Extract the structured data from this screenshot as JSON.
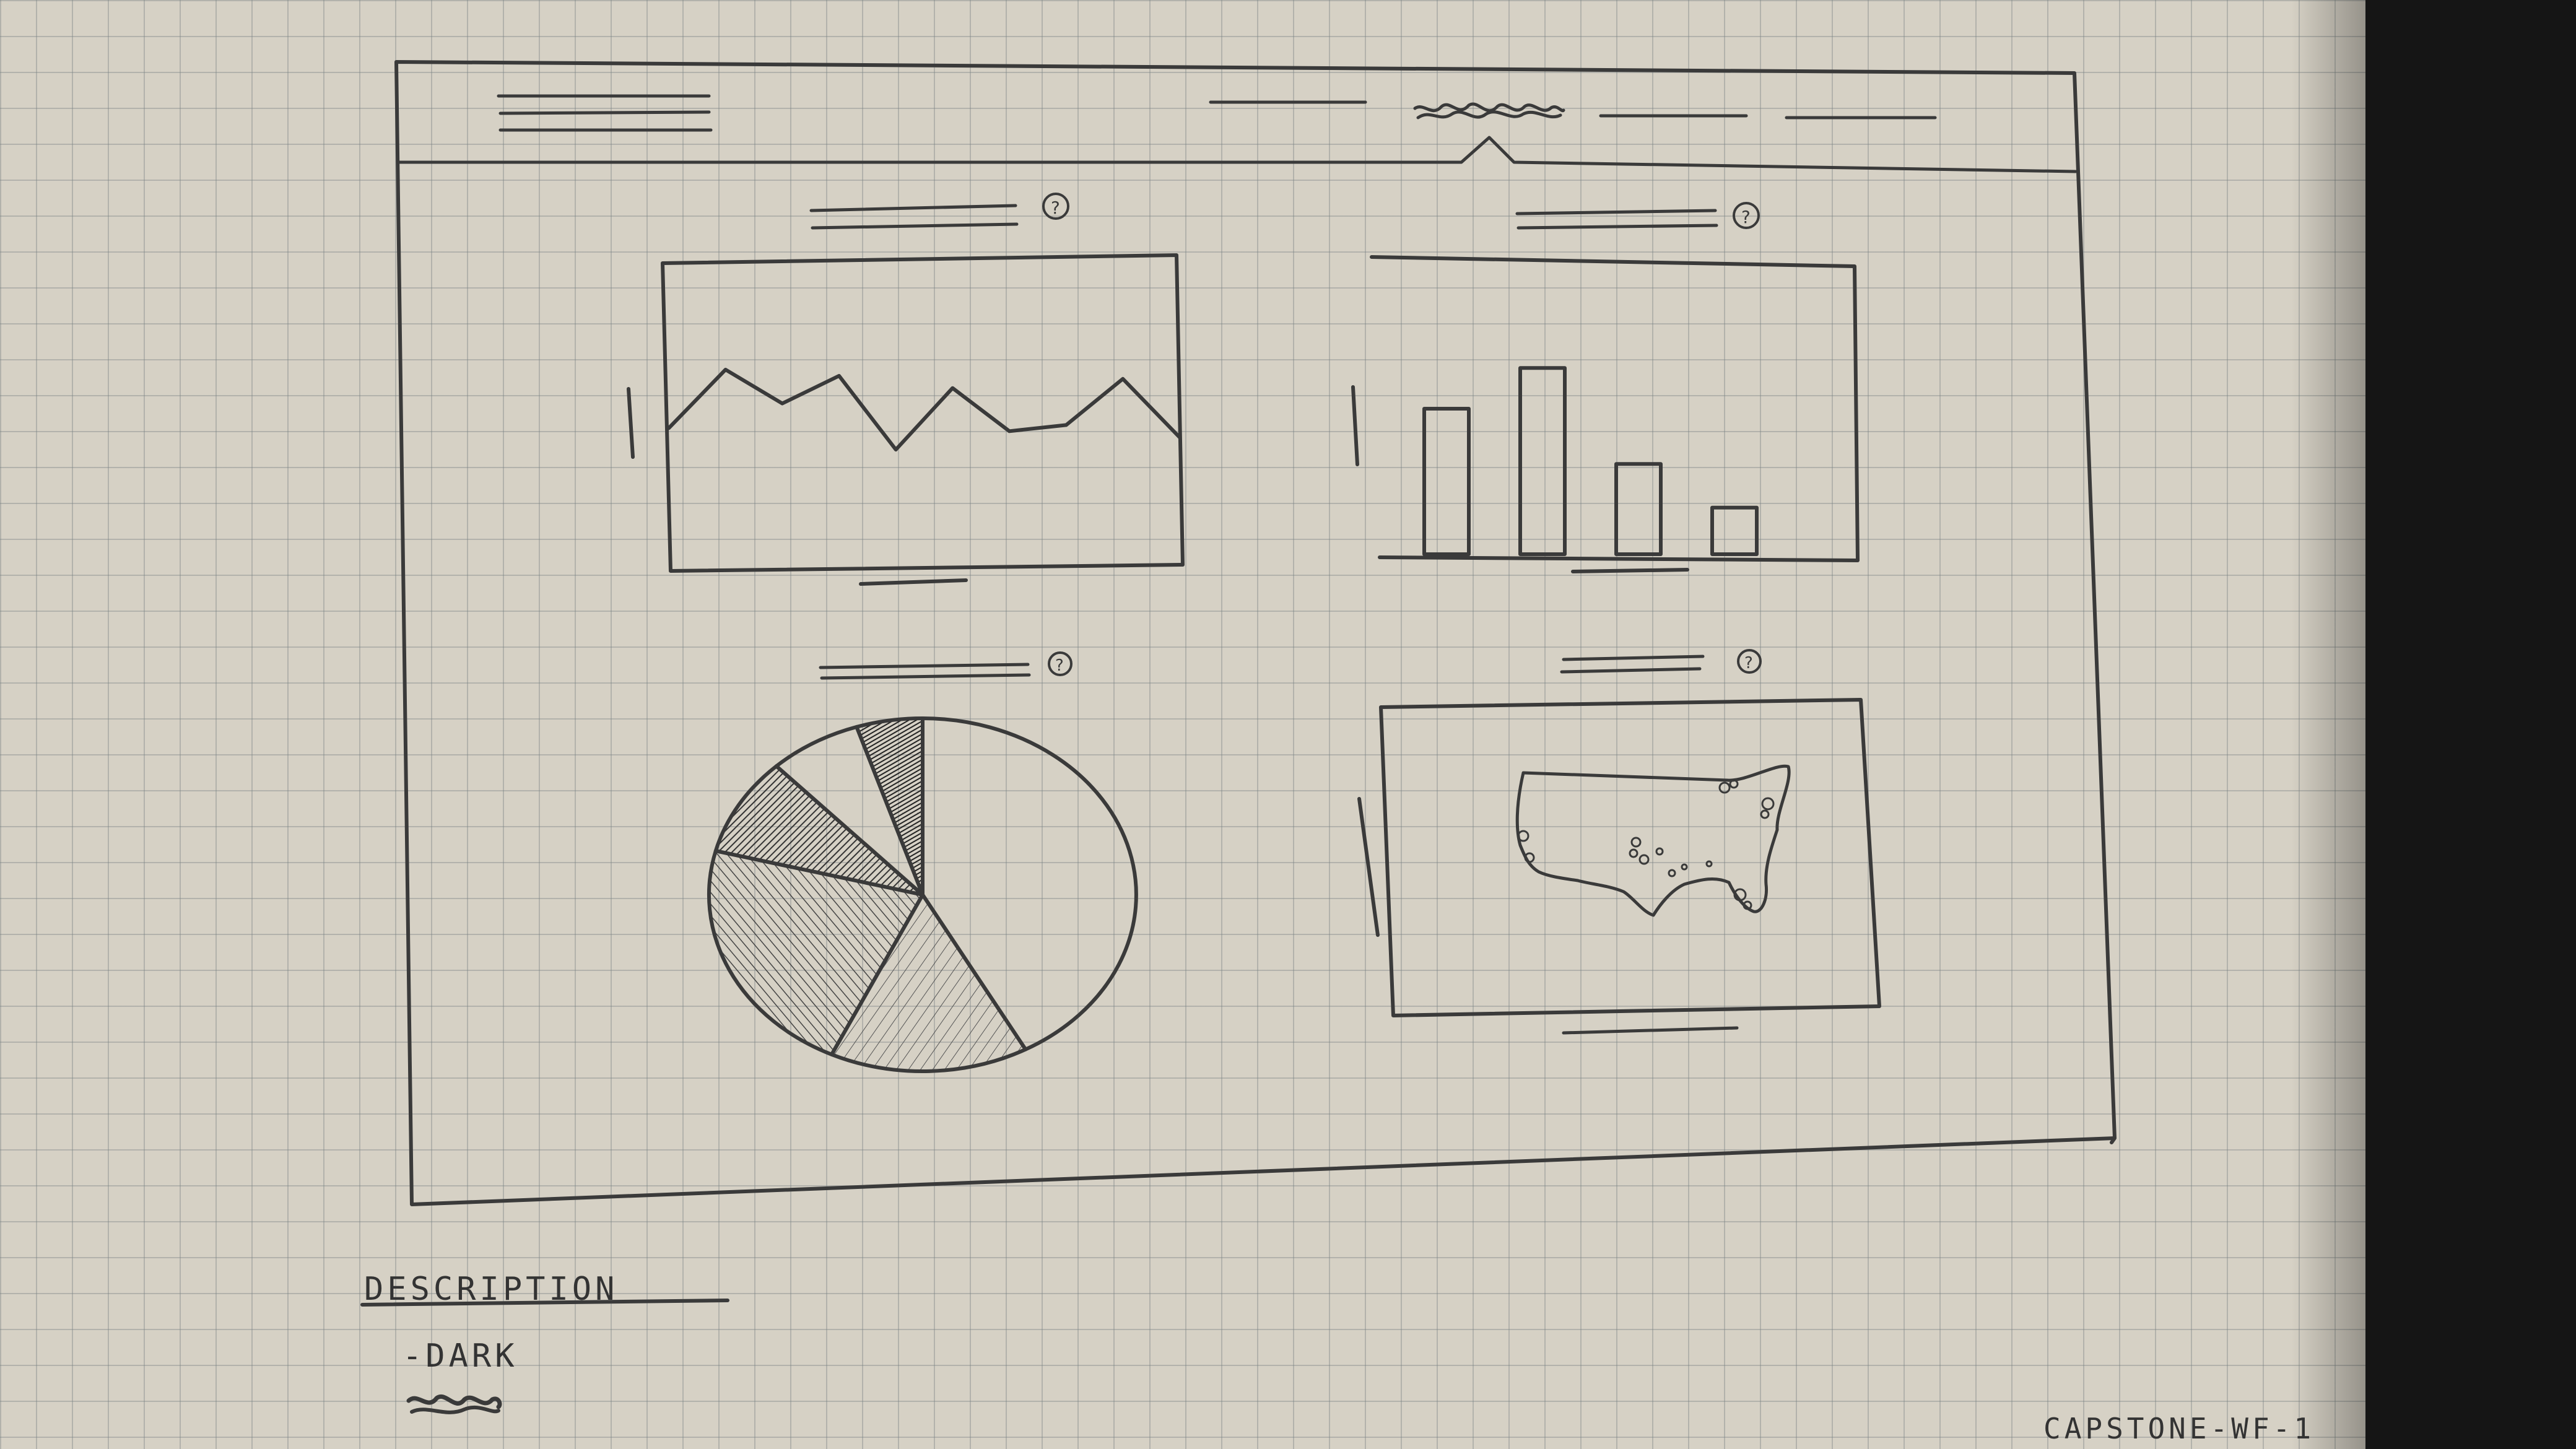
{
  "notes": {
    "description_heading": "DESCRIPTION",
    "items": [
      "-DARK"
    ],
    "sheet_label": "CAPSTONE-WF-1"
  },
  "colors": {
    "paper": "#d6d1c5",
    "grid": "#7f8787",
    "pencil": "#3a3a3a"
  },
  "icons": [
    "help-icon",
    "help-icon",
    "help-icon",
    "help-icon"
  ],
  "chart_data": [
    {
      "type": "line",
      "x": [
        0,
        1,
        2,
        3,
        4,
        5,
        6,
        7,
        8,
        9
      ],
      "values": [
        0.45,
        0.64,
        0.53,
        0.62,
        0.38,
        0.58,
        0.44,
        0.46,
        0.61,
        0.42
      ],
      "ylim": [
        0,
        1
      ]
    },
    {
      "type": "bar",
      "categories": [
        "",
        "",
        "",
        ""
      ],
      "values": [
        0.5,
        0.64,
        0.31,
        0.16
      ],
      "ylim": [
        0,
        1
      ]
    },
    {
      "type": "pie",
      "values": [
        0.42,
        0.15,
        0.22,
        0.09,
        0.07,
        0.05
      ],
      "fills": [
        "none",
        "light-hatch",
        "medium-hatch",
        "dark-hatch",
        "clear",
        "darkest-hatch"
      ]
    }
  ]
}
